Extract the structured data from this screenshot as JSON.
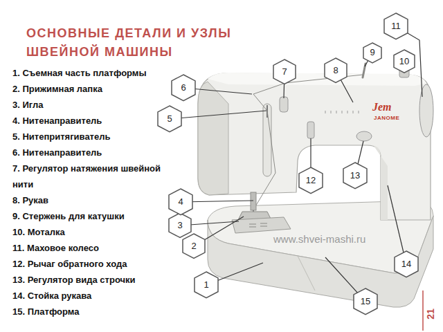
{
  "diagram": {
    "title": "ОСНОВНЫЕ ДЕТАЛИ И УЗЛЫ ШВЕЙНОЙ МАШИНЫ",
    "nodes": [
      {
        "text": [
          "1"
        ]
      },
      {
        "text": [
          "2"
        ]
      },
      {
        "text": [
          "3"
        ]
      },
      {
        "text": [
          "4"
        ]
      },
      {
        "text": [
          "5"
        ]
      },
      {
        "text": [
          "6"
        ]
      },
      {
        "text": [
          "7"
        ]
      },
      {
        "text": [
          "8"
        ]
      },
      {
        "text": [
          "9"
        ]
      },
      {
        "text": [
          "10"
        ]
      },
      {
        "text": [
          "11"
        ]
      },
      {
        "text": [
          "12"
        ]
      },
      {
        "text": [
          "13"
        ]
      },
      {
        "text": [
          "14"
        ]
      },
      {
        "text": [
          "15"
        ]
      }
    ],
    "labels": [
      "1. Съемная часть платформы",
      "2. Прижимная лапка",
      "3. Игла",
      "4. Нитенаправитель",
      "5. Нитепритягиватель",
      "6. Нитенаправитель",
      "7. Регулятор натяжения швейной нити",
      "8. Рукав",
      "9. Стержень для катушки",
      "10. Моталка",
      "11. Маховое колесо",
      "12. Рычаг обратного хода",
      "13. Регулятор вида строчки",
      "14. Стойка рукава",
      "15. Платформа",
      "Jem",
      "JANOME",
      "www.shvei-mashi.ru",
      "21"
    ]
  }
}
